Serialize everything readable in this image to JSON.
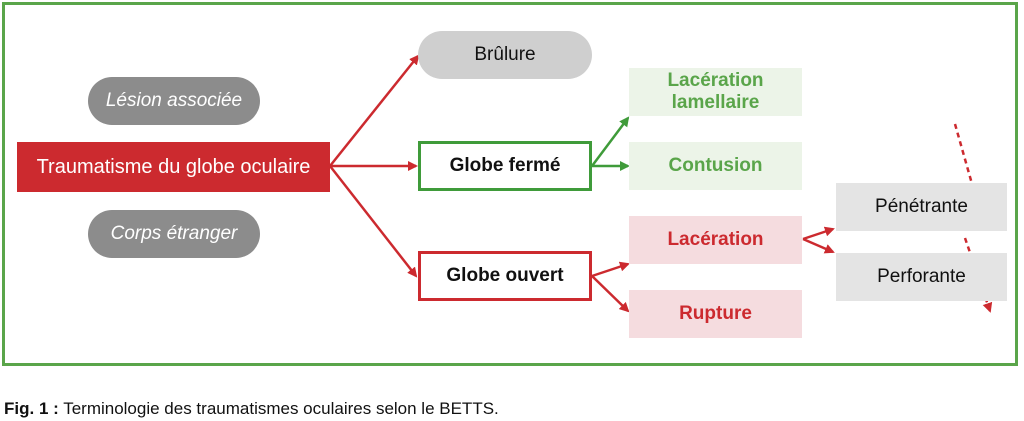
{
  "nodes": {
    "main": "Traumatisme du globe oculaire",
    "lesion": "Lésion associée",
    "corps": "Corps étranger",
    "brulure": "Brûlure",
    "globe_ferme": "Globe fermé",
    "globe_ouvert": "Globe ouvert",
    "laceration_lamellaire": "Lacération lamellaire",
    "contusion": "Contusion",
    "laceration": "Lacération",
    "rupture": "Rupture",
    "penetrante": "Pénétrante",
    "perforante": "Perforante"
  },
  "caption": {
    "label": "Fig. 1 :",
    "text": " Terminologie des traumatismes oculaires selon le BETTS."
  },
  "colors": {
    "frame": "#5aa54a",
    "red": "#cc2a2f",
    "green": "#3f9b3a",
    "gray_dark": "#8c8c8c",
    "gray_light": "#cfcfcf"
  }
}
